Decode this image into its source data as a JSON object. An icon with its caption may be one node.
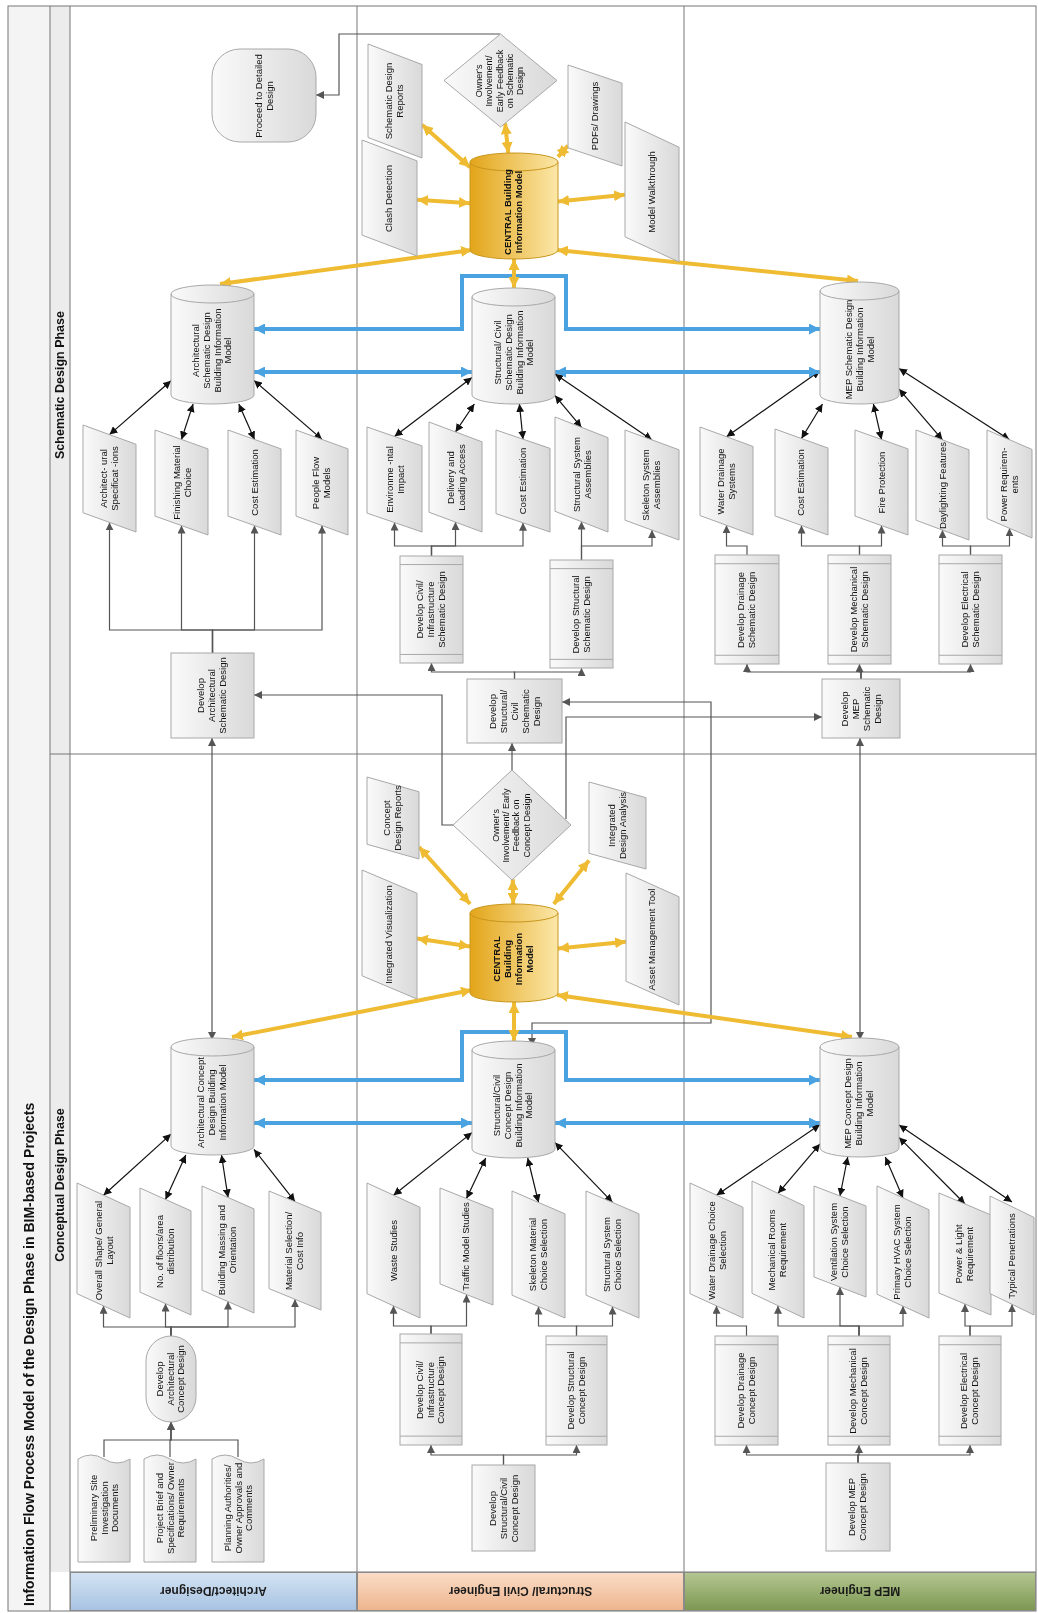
{
  "diagram": {
    "title": "Information Flow Process Model of the Design Phase in BIM-based Projects",
    "nodes": [
      {
        "text": [
          "Preliminary Site Investigation Documents"
        ]
      },
      {
        "text": [
          "Project Brief and Specifications/ Owner Requirements"
        ]
      },
      {
        "text": [
          "Planning Authorities/ Owner Approvals and Comments"
        ]
      },
      {
        "text": [
          "Develop Architectural Concept Design"
        ]
      },
      {
        "text": [
          "Overall Shape/ General Layout"
        ]
      },
      {
        "text": [
          "No. of floors/area distribution"
        ]
      },
      {
        "text": [
          "Building Massing and Orientation"
        ]
      },
      {
        "text": [
          "Material Selection/ Cost Info"
        ]
      },
      {
        "text": [
          "Architectural Concept Design Building Information Model"
        ]
      },
      {
        "text": [
          "Develop Architectural Schematic Design"
        ]
      },
      {
        "text": [
          "Architect- ural Specificat -ions"
        ]
      },
      {
        "text": [
          "Finishing Material Choice"
        ]
      },
      {
        "text": [
          "Cost Estimation"
        ]
      },
      {
        "text": [
          "People Flow Models"
        ]
      },
      {
        "text": [
          "Architectural Schematic Design Building Information Model"
        ]
      },
      {
        "text": [
          "Proceed to Detailed Design"
        ]
      },
      {
        "text": [
          "Develop Structural/Civil Concept Design"
        ]
      },
      {
        "text": [
          "Develop Civil/ Infrastructure Concept Design"
        ]
      },
      {
        "text": [
          "Develop Structural Concept Design"
        ]
      },
      {
        "text": [
          "Waste Studies"
        ]
      },
      {
        "text": [
          "Traffic Model Studies"
        ]
      },
      {
        "text": [
          "Skeleton Material Choice Selection"
        ]
      },
      {
        "text": [
          "Structural System Choice Selection"
        ]
      },
      {
        "text": [
          "Structural/Civil Concept Design Building Information Model"
        ]
      },
      {
        "text": [
          "CENTRAL Building Information Model"
        ]
      },
      {
        "text": [
          "Integrated Visualization"
        ]
      },
      {
        "text": [
          "Concept Design Reports"
        ]
      },
      {
        "text": [
          "Owner's Involvement/ Early Feedback on Concept Design"
        ]
      },
      {
        "text": [
          "Integrated Design Analysis"
        ]
      },
      {
        "text": [
          "Asset Management Tool"
        ]
      },
      {
        "text": [
          "Develop Structural/ Civil Schematic Design"
        ]
      },
      {
        "text": [
          "Develop Civil/ Infrastructure Schematic Design"
        ]
      },
      {
        "text": [
          "Develop Structural Schematic Design"
        ]
      },
      {
        "text": [
          "Environme -ntal Impact"
        ]
      },
      {
        "text": [
          "Delivery and Loading Access"
        ]
      },
      {
        "text": [
          "Cost Estimation"
        ]
      },
      {
        "text": [
          "Structural System Assemblies"
        ]
      },
      {
        "text": [
          "Skeleton System Assemblies"
        ]
      },
      {
        "text": [
          "Structural/ Civil Schematic Design Building Information Model"
        ]
      },
      {
        "text": [
          "CENTRAL Building Information Model"
        ]
      },
      {
        "text": [
          "Clash Detection"
        ]
      },
      {
        "text": [
          "Schematic Design Reports"
        ]
      },
      {
        "text": [
          "Owner's Involvement/ Early Feedback on Schematic Design"
        ]
      },
      {
        "text": [
          "PDFs/ Drawings"
        ]
      },
      {
        "text": [
          "Model Walkthrough"
        ]
      },
      {
        "text": [
          "Develop MEP Concept Design"
        ]
      },
      {
        "text": [
          "Develop Drainage Concept Design"
        ]
      },
      {
        "text": [
          "Develop Mechanical Concept Design"
        ]
      },
      {
        "text": [
          "Develop Electrical Concept Design"
        ]
      },
      {
        "text": [
          "Water Drainage Choice Selection"
        ]
      },
      {
        "text": [
          "Mechanical Rooms Requirement"
        ]
      },
      {
        "text": [
          "Ventilation System Choice Selection"
        ]
      },
      {
        "text": [
          "Primary HVAC System Choice Selection"
        ]
      },
      {
        "text": [
          "Power & Light Requirement"
        ]
      },
      {
        "text": [
          "Typical Penetrations"
        ]
      },
      {
        "text": [
          "MEP Concept Design Building Information Model"
        ]
      },
      {
        "text": [
          "Develop MEP Schematic Design"
        ]
      },
      {
        "text": [
          "Develop Drainage Schematic Design"
        ]
      },
      {
        "text": [
          "Develop Mechanical Schematic Design"
        ]
      },
      {
        "text": [
          "Develop Electrical Schematic Design"
        ]
      },
      {
        "text": [
          "Water Drainage Systems"
        ]
      },
      {
        "text": [
          "Cost Estimation"
        ]
      },
      {
        "text": [
          "Fire Protection"
        ]
      },
      {
        "text": [
          "Daylighting Features"
        ]
      },
      {
        "text": [
          "Power Requirem- ents"
        ]
      },
      {
        "text": [
          "MEP Schematic Design Building Information Model"
        ]
      }
    ],
    "edges": [
      {
        "from": 0,
        "to": 3,
        "arrow": "to"
      },
      {
        "from": 1,
        "to": 3,
        "arrow": "to"
      },
      {
        "from": 2,
        "to": 3,
        "arrow": "to"
      },
      {
        "from": 3,
        "to": 4,
        "arrow": "to"
      },
      {
        "from": 3,
        "to": 5,
        "arrow": "to"
      },
      {
        "from": 3,
        "to": 6,
        "arrow": "to"
      },
      {
        "from": 3,
        "to": 7,
        "arrow": "to"
      },
      {
        "from": 9,
        "to": 10,
        "arrow": "to"
      },
      {
        "from": 9,
        "to": 11,
        "arrow": "to"
      },
      {
        "from": 9,
        "to": 12,
        "arrow": "to"
      },
      {
        "from": 9,
        "to": 13,
        "arrow": "to"
      },
      {
        "from": 16,
        "to": 17,
        "arrow": "to"
      },
      {
        "from": 16,
        "to": 18,
        "arrow": "to"
      },
      {
        "from": 17,
        "to": 19,
        "arrow": "to"
      },
      {
        "from": 17,
        "to": 20,
        "arrow": "to"
      },
      {
        "from": 18,
        "to": 21,
        "arrow": "to"
      },
      {
        "from": 18,
        "to": 22,
        "arrow": "to"
      },
      {
        "from": 30,
        "to": 31,
        "arrow": "to"
      },
      {
        "from": 30,
        "to": 32,
        "arrow": "to"
      },
      {
        "from": 31,
        "to": 33,
        "arrow": "to"
      },
      {
        "from": 31,
        "to": 34,
        "arrow": "to"
      },
      {
        "from": 31,
        "to": 35,
        "arrow": "to"
      },
      {
        "from": 32,
        "to": 36,
        "arrow": "to"
      },
      {
        "from": 32,
        "to": 37,
        "arrow": "to"
      },
      {
        "from": 45,
        "to": 46,
        "arrow": "to"
      },
      {
        "from": 45,
        "to": 47,
        "arrow": "to"
      },
      {
        "from": 45,
        "to": 48,
        "arrow": "to"
      },
      {
        "from": 46,
        "to": 49,
        "arrow": "to"
      },
      {
        "from": 47,
        "to": 50,
        "arrow": "to"
      },
      {
        "from": 47,
        "to": 51,
        "arrow": "to"
      },
      {
        "from": 47,
        "to": 52,
        "arrow": "to"
      },
      {
        "from": 48,
        "to": 53,
        "arrow": "to"
      },
      {
        "from": 48,
        "to": 54,
        "arrow": "to"
      },
      {
        "from": 56,
        "to": 57,
        "arrow": "to"
      },
      {
        "from": 56,
        "to": 58,
        "arrow": "to"
      },
      {
        "from": 56,
        "to": 59,
        "arrow": "to"
      },
      {
        "from": 57,
        "to": 60,
        "arrow": "to"
      },
      {
        "from": 58,
        "to": 61,
        "arrow": "to"
      },
      {
        "from": 58,
        "to": 62,
        "arrow": "to"
      },
      {
        "from": 59,
        "to": 63,
        "arrow": "to"
      },
      {
        "from": 59,
        "to": 64,
        "arrow": "to"
      },
      {
        "from": 8,
        "to": 9,
        "arrow": "both"
      },
      {
        "from": 55,
        "to": 56,
        "arrow": "both"
      },
      {
        "from": 27,
        "to": 9,
        "arrow": "to"
      },
      {
        "from": 27,
        "to": 30,
        "arrow": "to"
      },
      {
        "from": 27,
        "to": 56,
        "arrow": "to"
      },
      {
        "from": 23,
        "to": 30,
        "arrow": "both"
      },
      {
        "from": 42,
        "to": 15,
        "arrow": "to"
      },
      {
        "from": 4,
        "to": 8,
        "arrow": "both",
        "color": "#111111"
      },
      {
        "from": 5,
        "to": 8,
        "arrow": "both",
        "color": "#111111"
      },
      {
        "from": 6,
        "to": 8,
        "arrow": "both",
        "color": "#111111"
      },
      {
        "from": 7,
        "to": 8,
        "arrow": "both",
        "color": "#111111"
      },
      {
        "from": 10,
        "to": 14,
        "arrow": "both",
        "color": "#111111"
      },
      {
        "from": 11,
        "to": 14,
        "arrow": "both",
        "color": "#111111"
      },
      {
        "from": 12,
        "to": 14,
        "arrow": "both",
        "color": "#111111"
      },
      {
        "from": 13,
        "to": 14,
        "arrow": "both",
        "color": "#111111"
      },
      {
        "from": 19,
        "to": 23,
        "arrow": "both",
        "color": "#111111"
      },
      {
        "from": 20,
        "to": 23,
        "arrow": "both",
        "color": "#111111"
      },
      {
        "from": 21,
        "to": 23,
        "arrow": "both",
        "color": "#111111"
      },
      {
        "from": 22,
        "to": 23,
        "arrow": "both",
        "color": "#111111"
      },
      {
        "from": 33,
        "to": 38,
        "arrow": "both",
        "color": "#111111"
      },
      {
        "from": 34,
        "to": 38,
        "arrow": "both",
        "color": "#111111"
      },
      {
        "from": 35,
        "to": 38,
        "arrow": "both",
        "color": "#111111"
      },
      {
        "from": 36,
        "to": 38,
        "arrow": "both",
        "color": "#111111"
      },
      {
        "from": 37,
        "to": 38,
        "arrow": "both",
        "color": "#111111"
      },
      {
        "from": 49,
        "to": 55,
        "arrow": "both",
        "color": "#111111"
      },
      {
        "from": 50,
        "to": 55,
        "arrow": "both",
        "color": "#111111"
      },
      {
        "from": 51,
        "to": 55,
        "arrow": "both",
        "color": "#111111"
      },
      {
        "from": 52,
        "to": 55,
        "arrow": "both",
        "color": "#111111"
      },
      {
        "from": 53,
        "to": 55,
        "arrow": "both",
        "color": "#111111"
      },
      {
        "from": 54,
        "to": 55,
        "arrow": "both",
        "color": "#111111"
      },
      {
        "from": 60,
        "to": 65,
        "arrow": "both",
        "color": "#111111"
      },
      {
        "from": 61,
        "to": 65,
        "arrow": "both",
        "color": "#111111"
      },
      {
        "from": 62,
        "to": 65,
        "arrow": "both",
        "color": "#111111"
      },
      {
        "from": 63,
        "to": 65,
        "arrow": "both",
        "color": "#111111"
      },
      {
        "from": 64,
        "to": 65,
        "arrow": "both",
        "color": "#111111"
      },
      {
        "from": 8,
        "to": 55,
        "arrow": "both",
        "style": "thick",
        "color": "#4aa3e0"
      },
      {
        "from": 8,
        "to": 23,
        "arrow": "both",
        "style": "thick",
        "color": "#4aa3e0"
      },
      {
        "from": 23,
        "to": 55,
        "arrow": "both",
        "style": "thick",
        "color": "#4aa3e0"
      },
      {
        "from": 14,
        "to": 65,
        "arrow": "both",
        "style": "thick",
        "color": "#4aa3e0"
      },
      {
        "from": 14,
        "to": 38,
        "arrow": "both",
        "style": "thick",
        "color": "#4aa3e0"
      },
      {
        "from": 38,
        "to": 65,
        "arrow": "both",
        "style": "thick",
        "color": "#4aa3e0"
      },
      {
        "from": 24,
        "to": 8,
        "arrow": "both",
        "style": "thick",
        "color": "#efbb33"
      },
      {
        "from": 24,
        "to": 23,
        "arrow": "both",
        "style": "thick",
        "color": "#efbb33"
      },
      {
        "from": 24,
        "to": 55,
        "arrow": "both",
        "style": "thick",
        "color": "#efbb33"
      },
      {
        "from": 24,
        "to": 25,
        "arrow": "both",
        "style": "thick",
        "color": "#efbb33"
      },
      {
        "from": 24,
        "to": 26,
        "arrow": "both",
        "style": "thick",
        "color": "#efbb33"
      },
      {
        "from": 24,
        "to": 27,
        "arrow": "both",
        "style": "thick",
        "color": "#efbb33"
      },
      {
        "from": 24,
        "to": 28,
        "arrow": "both",
        "style": "thick",
        "color": "#efbb33"
      },
      {
        "from": 24,
        "to": 29,
        "arrow": "both",
        "style": "thick",
        "color": "#efbb33"
      },
      {
        "from": 39,
        "to": 14,
        "arrow": "both",
        "style": "thick",
        "color": "#efbb33"
      },
      {
        "from": 39,
        "to": 38,
        "arrow": "both",
        "style": "thick",
        "color": "#efbb33"
      },
      {
        "from": 39,
        "to": 65,
        "arrow": "both",
        "style": "thick",
        "color": "#efbb33"
      },
      {
        "from": 39,
        "to": 40,
        "arrow": "both",
        "style": "thick",
        "color": "#efbb33"
      },
      {
        "from": 39,
        "to": 41,
        "arrow": "both",
        "style": "thick",
        "color": "#efbb33"
      },
      {
        "from": 39,
        "to": 42,
        "arrow": "both",
        "style": "thick",
        "color": "#efbb33"
      },
      {
        "from": 39,
        "to": 43,
        "arrow": "both",
        "style": "thick",
        "color": "#efbb33"
      },
      {
        "from": 39,
        "to": 44,
        "arrow": "both",
        "style": "thick",
        "color": "#efbb33"
      }
    ],
    "labels": [
      "Conceptual Design Phase",
      "Schematic Design Phase",
      "Architect/Designer",
      "Structural/ Civil Engineer",
      "MEP Engineer"
    ]
  }
}
